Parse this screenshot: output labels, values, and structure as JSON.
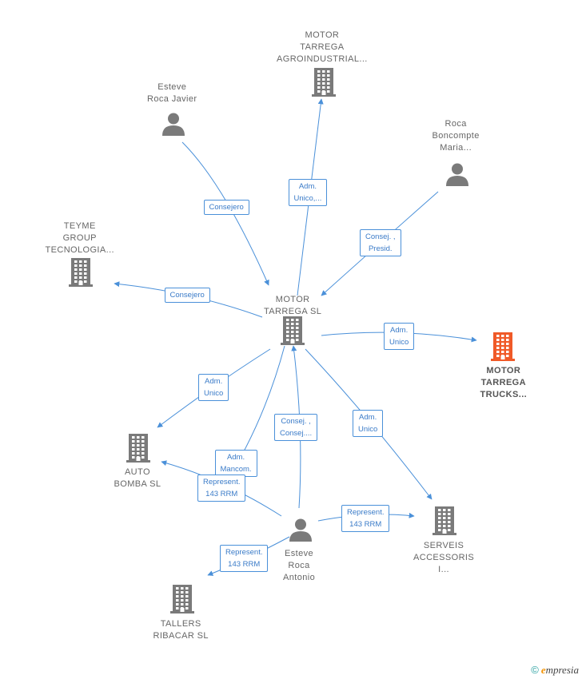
{
  "colors": {
    "edge": "#4a90d9",
    "node_gray": "#7a7a7a",
    "node_highlight": "#f05a28",
    "brand_e": "#f39200"
  },
  "nodes": [
    {
      "id": "motor_tarrega",
      "type": "company",
      "label": "MOTOR\nTARREGA  SL",
      "icon": "building-icon"
    },
    {
      "id": "agroindustrial",
      "type": "company",
      "label": "MOTOR\nTARREGA\nAGROINDUSTRIAL...",
      "icon": "building-icon"
    },
    {
      "id": "esteve_javier",
      "type": "person",
      "label": "Esteve\nRoca Javier",
      "icon": "person-icon"
    },
    {
      "id": "roca_maria",
      "type": "person",
      "label": "Roca\nBoncompte\nMaria...",
      "icon": "person-icon"
    },
    {
      "id": "teyme",
      "type": "company",
      "label": "TEYME\nGROUP\nTECNOLOGIA...",
      "icon": "building-icon"
    },
    {
      "id": "trucks",
      "type": "company",
      "label": "MOTOR\nTARREGA\nTRUCKS...",
      "icon": "building-icon",
      "highlight": true
    },
    {
      "id": "auto_bomba",
      "type": "company",
      "label": "AUTO\nBOMBA  SL",
      "icon": "building-icon"
    },
    {
      "id": "esteve_antonio",
      "type": "person",
      "label": "Esteve\nRoca\nAntonio",
      "icon": "person-icon"
    },
    {
      "id": "serveis",
      "type": "company",
      "label": "SERVEIS\nACCESSORIS\nI...",
      "icon": "building-icon"
    },
    {
      "id": "tallers",
      "type": "company",
      "label": "TALLERS\nRIBACAR SL",
      "icon": "building-icon"
    }
  ],
  "edges": [
    {
      "from": "esteve_javier",
      "to": "motor_tarrega",
      "label": "Consejero"
    },
    {
      "from": "motor_tarrega",
      "to": "agroindustrial",
      "label": "Adm.\nUnico,..."
    },
    {
      "from": "roca_maria",
      "to": "motor_tarrega",
      "label": "Consej. ,\nPresid."
    },
    {
      "from": "motor_tarrega",
      "to": "teyme",
      "label": "Consejero"
    },
    {
      "from": "motor_tarrega",
      "to": "trucks",
      "label": "Adm.\nUnico"
    },
    {
      "from": "motor_tarrega",
      "to": "auto_bomba",
      "label": "Adm.\nUnico"
    },
    {
      "from": "esteve_antonio",
      "to": "motor_tarrega",
      "label": "Consej. ,\nConsej...."
    },
    {
      "from": "motor_tarrega",
      "to": "serveis",
      "label": "Adm.\nUnico"
    },
    {
      "from": "motor_tarrega",
      "to": "tallers",
      "label": "Adm.\nMancom."
    },
    {
      "from": "esteve_antonio",
      "to": "auto_bomba",
      "label": "Represent.\n143 RRM"
    },
    {
      "from": "esteve_antonio",
      "to": "serveis",
      "label": "Represent.\n143 RRM"
    },
    {
      "from": "esteve_antonio",
      "to": "tallers",
      "label": "Represent.\n143 RRM"
    }
  ],
  "brand": {
    "copyright": "©",
    "e": "e",
    "rest": "mpresia"
  }
}
